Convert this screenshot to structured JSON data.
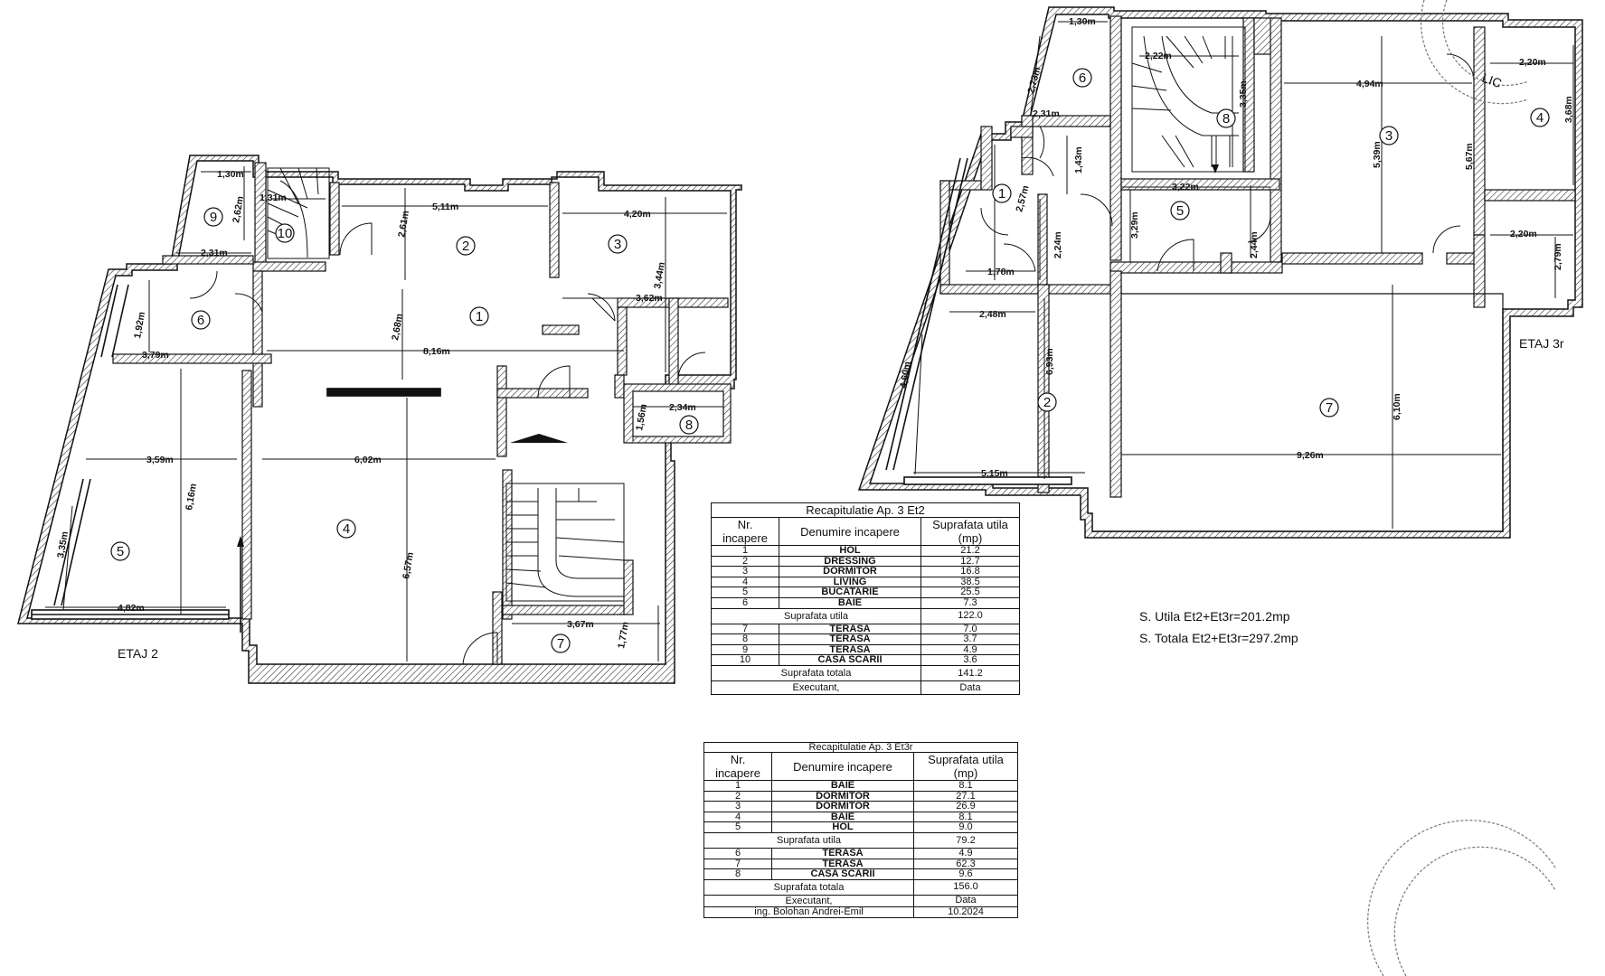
{
  "plans": [
    {
      "title": "ETAJ 2",
      "rooms": [
        "1",
        "2",
        "3",
        "4",
        "5",
        "6",
        "7",
        "8",
        "9",
        "10"
      ],
      "dimensions": [
        "1,30m",
        "2,62m",
        "2,31m",
        "1,31m",
        "5,11m",
        "2,61m",
        "4,20m",
        "3,62m",
        "3,44m",
        "1,92m",
        "3,79m",
        "2,68m",
        "8,16m",
        "6,02m",
        "2,34m",
        "1,56m",
        "3,59m",
        "6,16m",
        "6,57m",
        "3,35m",
        "4,82m",
        "3,67m",
        "1,77m"
      ]
    },
    {
      "title": "ETAJ 3r",
      "rooms": [
        "1",
        "2",
        "3",
        "4",
        "5",
        "6",
        "7",
        "8"
      ],
      "dimensions": [
        "1,30m",
        "2,73m",
        "2,31m",
        "2,22m",
        "3,35m",
        "4,94m",
        "2,20m",
        "3,68m",
        "5,39m",
        "5,67m",
        "2,57m",
        "1,43m",
        "3,22m",
        "3,29m",
        "2,44m",
        "2,24m",
        "1,78m",
        "2,20m",
        "2,79m",
        "2,48m",
        "4,60m",
        "6,93m",
        "6,10m",
        "5,15m",
        "9,26m"
      ]
    }
  ],
  "recap_et2": {
    "title": "Recapitulatie Ap. 3 Et2",
    "columns": [
      "Nr. incapere",
      "Denumire incapere",
      "Suprafata utila (mp)"
    ],
    "rows": [
      [
        "1",
        "HOL",
        "21.2"
      ],
      [
        "2",
        "DRESSING",
        "12.7"
      ],
      [
        "3",
        "DORMITOR",
        "16.8"
      ],
      [
        "4",
        "LIVING",
        "38.5"
      ],
      [
        "5",
        "BUCATARIE",
        "25.5"
      ],
      [
        "6",
        "BAIE",
        "7.3"
      ]
    ],
    "utila_label": "Suprafata utila",
    "utila_value": "122.0",
    "rows2": [
      [
        "7",
        "TERASA",
        "7.0"
      ],
      [
        "8",
        "TERASA",
        "3.7"
      ],
      [
        "9",
        "TERASA",
        "4.9"
      ],
      [
        "10",
        "CASA SCARII",
        "3.6"
      ]
    ],
    "totala_label": "Suprafata totala",
    "totala_value": "141.2",
    "executant_label": "Executant,",
    "data_label": "Data"
  },
  "recap_et3r": {
    "title": "Recapitulatie Ap. 3 Et3r",
    "columns": [
      "Nr. incapere",
      "Denumire incapere",
      "Suprafata utila (mp)"
    ],
    "rows": [
      [
        "1",
        "BAIE",
        "8.1"
      ],
      [
        "2",
        "DORMITOR",
        "27.1"
      ],
      [
        "3",
        "DORMITOR",
        "26.9"
      ],
      [
        "4",
        "BAIE",
        "8.1"
      ],
      [
        "5",
        "HOL",
        "9.0"
      ]
    ],
    "utila_label": "Suprafata utila",
    "utila_value": "79.2",
    "rows2": [
      [
        "6",
        "TERASA",
        "4.9"
      ],
      [
        "7",
        "TERASA",
        "62.3"
      ],
      [
        "8",
        "CASA SCARII",
        "9.6"
      ]
    ],
    "totala_label": "Suprafata totala",
    "totala_value": "156.0",
    "executant_label": "Executant,",
    "data_label": "Data",
    "executant_name": "ing. Bolohan Andrei-Emil",
    "date_value": "10.2024"
  },
  "summary": {
    "utila": "S. Utila Et2+Et3r=201.2mp",
    "totala": "S. Totala Et2+Et3r=297.2mp"
  },
  "stamp_text": "LIC"
}
